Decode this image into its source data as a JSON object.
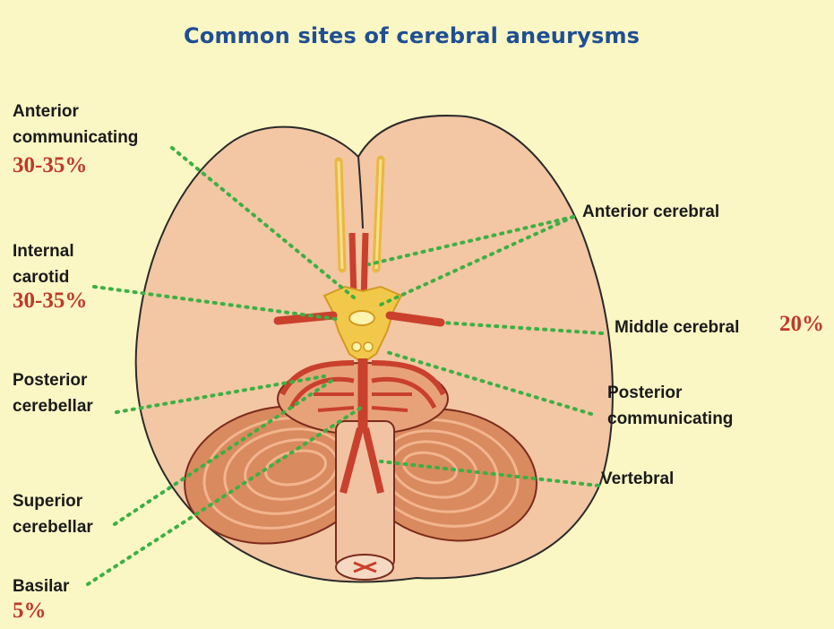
{
  "title": "Common sites of cerebral aneurysms",
  "colors": {
    "background": "#fbf7c4",
    "title": "#1f4f93",
    "percent": "#c0392b",
    "leader_line": "#3cb043",
    "brain": "#f3c6a4",
    "artery": "#c9402c",
    "circle_of_willis": "#f2c84b"
  },
  "labels": {
    "anterior_communicating": {
      "line1": "Anterior",
      "line2": "communicating",
      "percent": "30-35%"
    },
    "internal_carotid": {
      "line1": "Internal",
      "line2": "carotid",
      "percent": "30-35%"
    },
    "posterior_cerebellar": {
      "line1": "Posterior",
      "line2": "cerebellar"
    },
    "superior_cerebellar": {
      "line1": "Superior",
      "line2": "cerebellar"
    },
    "basilar": {
      "line1": "Basilar",
      "percent": "5%"
    },
    "anterior_cerebral": {
      "line1": "Anterior cerebral"
    },
    "middle_cerebral": {
      "line1": "Middle cerebral",
      "percent": "20%"
    },
    "posterior_communicating": {
      "line1": "Posterior",
      "line2": "communicating"
    },
    "vertebral": {
      "line1": "Vertebral"
    }
  }
}
